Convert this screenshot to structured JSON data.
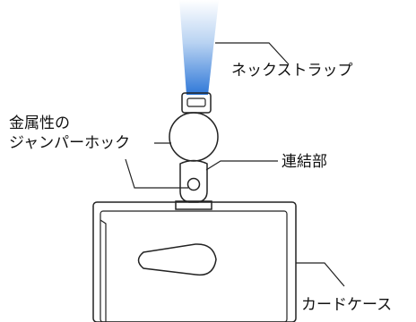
{
  "labels": {
    "strap": "ネックストラップ",
    "hook_line1": "金属性の",
    "hook_line2": "ジャンパーホック",
    "connector": "連結部",
    "case": "カードケース"
  },
  "colors": {
    "strap_top": "#ffffff",
    "strap_mid": "#a9c8ee",
    "strap_bottom": "#2f78d8",
    "outline": "#222222",
    "case_fill": "#f2f2f2"
  }
}
